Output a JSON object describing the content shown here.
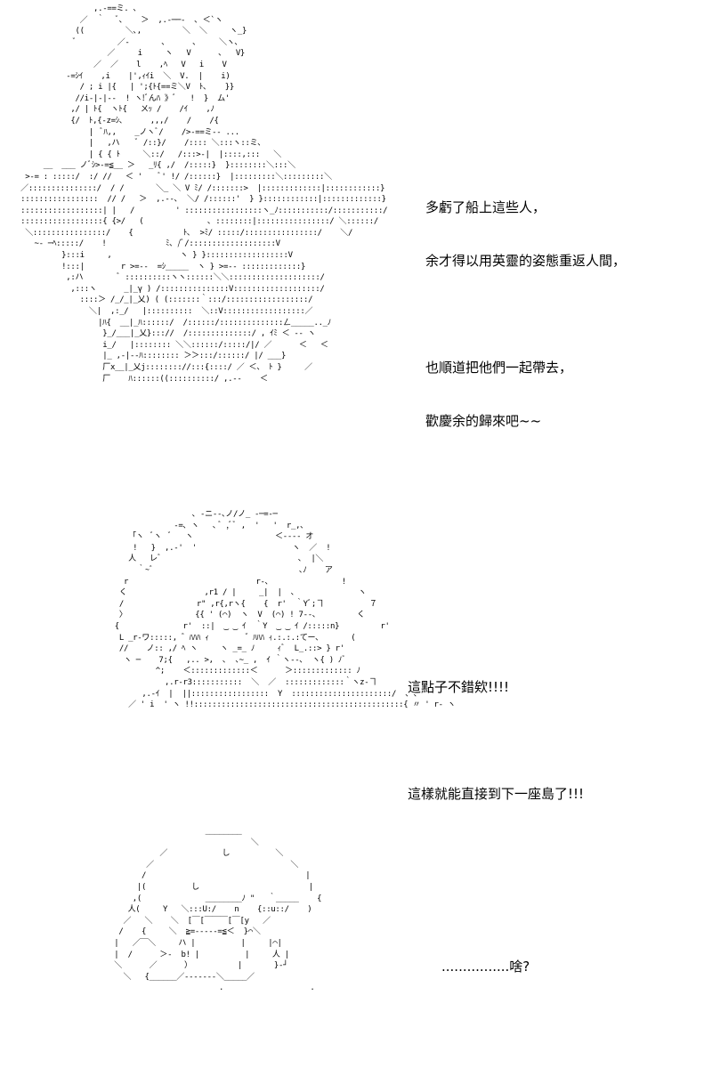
{
  "panels": [
    {
      "art_lines": [
        "                 ,.-==ミ. ､",
        "              ／  ｀   ﾞ､    ＞  ,.‐──‐  ､ ＜`ヽ",
        "             ((         ＼､,         ＼  ＼     ヽ_}",
        "             ﾞ         ／‐       ､      ､     ＼ヽ､",
        "                    ／     i     ヽ   V      ､   V}",
        "                 ／  ／    l    ,ﾍ   V   i    V",
        "           ‐=ｼｲ    ,i    |',ｨｲi  ＼  V.  |    i)",
        "              / ; i |{   | ';{ﾄ{==ミ＼V  ﾄ､    }}",
        "             //i‐|-|‐‐  ! ヽ!ﾞんﾊ 》ﾞ   !  }  ム'",
        "            ,/ | ﾄ{  ヽﾄ{   ㄨｯ /    /ｲ    ,ﾉ",
        "            {/  ﾄ,{‐z=ｼ､      ,,,/    /    /{",
        "                |  ﾞﾊ,,    _ノヽﾞ/    />‐==ミ‐‐ ...",
        "                |   ,ハ    ﾞ /::}/    /:::: ＼:::ヽ::ミ､",
        "                | { { ﾄ     ＼::/   /:::>‐|  |::::,:::   ＼",
        "      __  ___ ノﾞｼ>‐=≦__ ＞   _ﾘ{ ,/  /:::::}  }::::::::＼:::＼",
        "  >‐= : :::::/  :/ //   ＜ '    ﾞ' !/ /::::::}  |:::::::::＼:::::::::＼",
        " ／:::::::::::::::/  / /       ＼_ ＼ V ﾐ/ /:::::::>  |:::::::::::::|::::::::::::}",
        " :::::::::::::::::  // /   ＞  ,.‐‐､  ＼/ /::::::'  } }::::::::::::|:::::::::::::}",
        " ::::::::::::::::::| |   /         ' :::::::::::::::::ヽ_ﾉ:::::::::::/:::::::::::/",
        " ::::::::::::::::::{ {>/   (              ､ ::::::::|::::::::::::::::/ ＼::::::/",
        "  ＼::::::::::::::::/    {           ﾄ､  >ﾐ/ :::::/::::::::::::::::/    ＼/",
        "    ~‐ ─ﾍ:::::/    !             ﾐ､ /ﾞ/:::::::::::::::::::V",
        "          }:::i     ,               ヽ } }::::::::::::::::::V",
        "          !:::|        r >=‐‐  =ｼ_____  ヽ } >=‐‐ :::::::::::::}",
        "           ,:ハ        ﾞ ::::::::::ヽヽ::::::＼＼::::::::::::::::::::/",
        "            ,:::ヽ      _|_γ ) /:::::::::::::::V:::::::::::::::::::/",
        "              ::::＞ /_/_|_乂) ( (:::::::｀:::/::::::::::::::::::/",
        "                ＼|  ,:_/   |::::::::::  ＼::V::::::::::::::::::／",
        "                  |ﾊ{  __|_ﾊ::::::/  /::::::/::::::::::::::ㄥ_____.._ﾉ",
        "                   }_/___|_乂}::://  /::::::::::::::/ , ｲﾐ ＜ ‐‐ ヽ",
        "                   i_/   |:::::::: ＼＼::::::/:::::/|/ ／      ＜   ＜",
        "                   |_ ,-|--ﾊ:::::::: ＞＞:::/::::::/ |/ ___}",
        "                   厂x__|_乂j:::::::://:::{::::/ ／ ＜、 ﾄ }     ／",
        "                   厂    ﾊ::::::((::::::::::/ ,.‐‐    ＜"
      ],
      "dialogue": {
        "lines": [
          "多虧了船上這些人，",
          "余才得以用英靈的姿態重返人間，",
          "",
          "也順道把他們一起帶去，",
          "歡慶余的歸來吧~~"
        ]
      }
    },
    {
      "art_lines": [
        "                       ､ -ニ‐‐､ノ/ノ_ ‐─=‐─",
        "                   -=､ ヽ   ､ ﾞ ,ﾞﾞ ,  '   '  r_,､",
        "         「ヽ  ﾞヽ  ﾞ   ヽ                  ＜‐‐‐‐ オ",
        "          !   }  ,.-'  '                     ヽ  ／  !",
        "         人   レﾞ                              ､  |＼",
        "           ｀~ﾞ                                ､ﾉ    ア",
        "        r                            r‐､                !",
        "       く                 ,r1 / |     _|  |  ､              ヽ",
        "       /                r\" ,r{,rヽ{    {  r'  ｀Yﾞ;ヿ          ７",
        "       〉               {{ ' (⌒)  ヽ  V  (⌒) ! 7‐‐､         く",
        "      {              r'  ::|  ‿ ‿ ｲ  ｀Y  ‿ ‿ ｲ /:::::n}         r'",
        "       L _r‐ワ:::::, ゛ﾊﾊﾊ ｨ        ゛ﾊﾊﾊ ｨ.:.:.:てー､       (",
        "       //    ノ:: ,/ ﾍ ヽ     ヽ _=_ ﾉ     ｨﾞ  L_.::> } r'",
        "        ヽ ─    7;{   ,.. >,  ､  ､~_ ,  ｲ ｀ヽ‐‐､  ヽ{ ) ﾉﾞ",
        "               ^;    ＜:::::::::::::＜      ＞::::::::::::: ﾉ",
        "                 ,.r‐r3:::::::::::  ＼  ／  :::::::::::::｀ヽz‐ヿ",
        "            ,.‐ｲ  |  ||:::::::::::::::::  Y  ::::::::::::::::::::::/  ､ ､",
        "         ／ ' i  ' ヽ !!::::::::::::::::::::::::::::::::::::::::::::::{ 〃 ' r‐ ヽ"
      ],
      "dialogue": {
        "lines": [
          "這點子不錯欸!!!!",
          "",
          "這樣就能直接到下一座島了!!!"
        ]
      }
    },
    {
      "art_lines": [
        "                      ________",
        "                                ＼",
        "            ／            し          ＼",
        "         ／                              ＼",
        "        /                                   |",
        "       |(          し                        |",
        "      ,(              ________ﾉ \"   ｀_____    {",
        "     人(     Y   ＼:::U:/    n    {::u::/    )",
        "    ／   ＼    ＼  [￣[￣￣￣[￣[y   ／",
        "   /    {     ＼  ≧=‐‐‐‐‐=≦＜  }⌒＼",
        "  |   ／￣＼     ハ |          |     |⌒|",
        "  |  /      ＞‐  b! |          |     人 |",
        "  ＼      ／      ）          |       }‐┘",
        "    ＼   {______／‐‐‐‐‐‐‐＼_____／",
        "                         .                   ."
      ],
      "dialogue": {
        "lines": [
          "................啥?"
        ]
      }
    }
  ]
}
